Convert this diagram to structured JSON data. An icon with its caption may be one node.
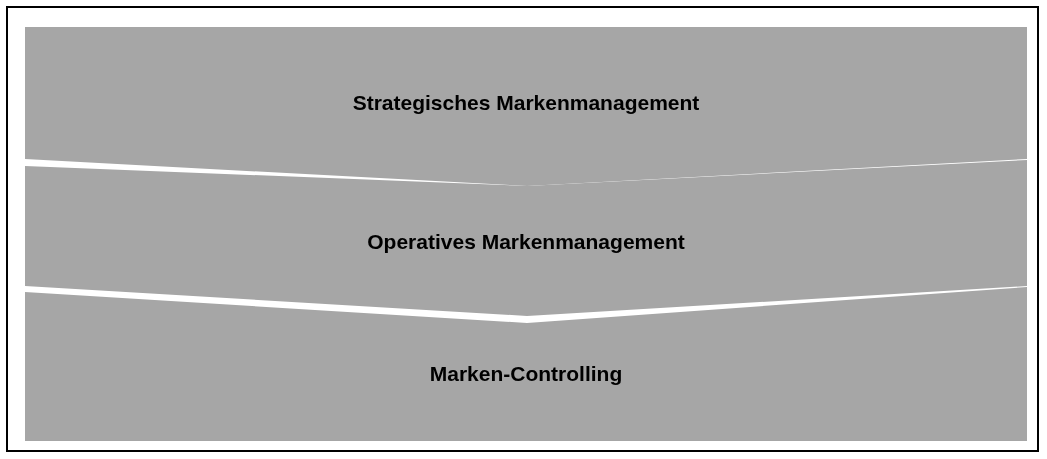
{
  "diagram": {
    "nodes": [
      {
        "text": [
          "Strategisches Markenmanagement"
        ]
      },
      {
        "text": [
          "Operatives Markenmanagement"
        ]
      },
      {
        "text": [
          "Marken-Controlling"
        ]
      }
    ]
  }
}
